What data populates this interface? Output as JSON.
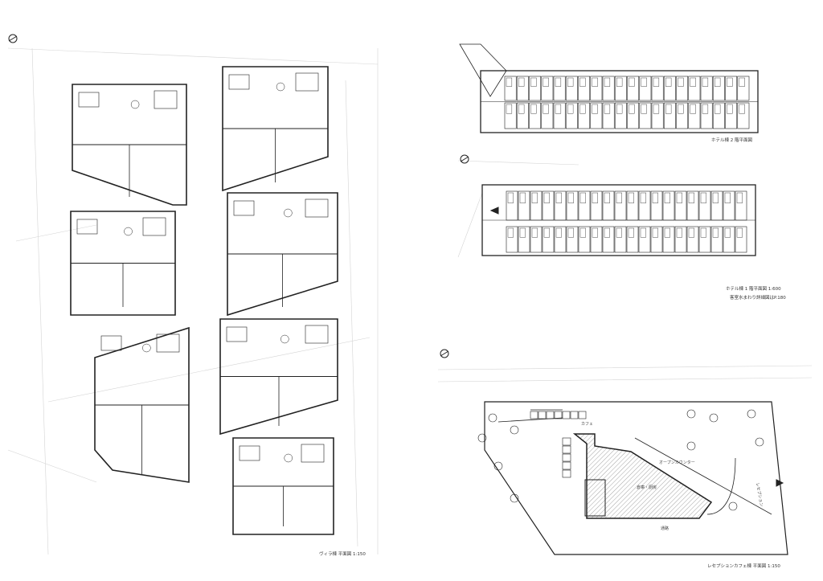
{
  "villa": {
    "caption": "ヴィラ棟 平面図 1:150"
  },
  "hotel_2f": {
    "caption": "ホテル棟 2 階平面図"
  },
  "hotel_1f": {
    "caption": "ホテル棟 1 階平面図 1:600",
    "note": "客室水まわり詳細図はP.180"
  },
  "reception": {
    "caption": "レセプションカフェ棟 平面図 1:150",
    "rooms": {
      "cafe": "カフェ",
      "open_counter": "オープンカウンター",
      "storage_kitchen": "倉庫・厨房",
      "reception": "レセプション",
      "passage": "通路"
    }
  },
  "colors": {
    "line": "#222222",
    "faint": "#c8c8c8",
    "hatch": "#555555"
  }
}
